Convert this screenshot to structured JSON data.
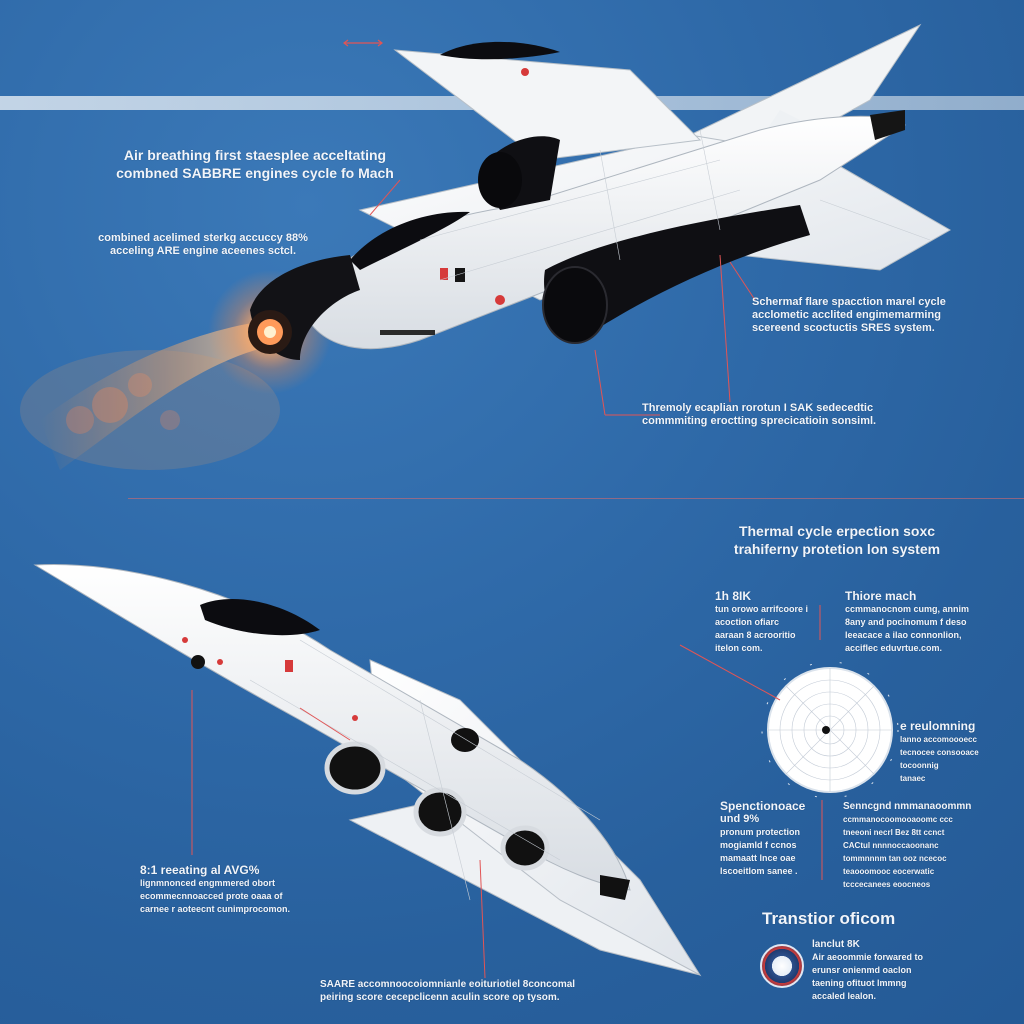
{
  "header_note": {
    "lines": [
      "Air breathing first staesplee acceltating",
      "combned SABBRE  engines cycle fo Mach"
    ]
  },
  "left_note": {
    "lines": [
      "combined acelimed sterkg accuccy 88%",
      "acceling ARE  engine aceenes sctcl."
    ]
  },
  "engine_note": {
    "lines": [
      "Schermaf flare spacction marel cycle",
      "acclometic acclited engimemarming",
      "scereend scoctuctis SRES system."
    ]
  },
  "thermal_note": {
    "lines": [
      "Thremoly ecaplian rorotun I SAK sedecedtic",
      "commmiting eroctting sprecicatioin sonsiml."
    ]
  },
  "section_title": {
    "lines": [
      "Thermal cycle erpection soxc",
      "trahiferny protetion lon system"
    ]
  },
  "panel_left_top": {
    "heading": "1h 8IK",
    "lines": [
      "tun orowo arrifcoore i",
      "acoction ofiarc",
      "aaraan 8 acrooritio",
      "itelon com."
    ]
  },
  "panel_right_top": {
    "heading": "Thiore mach",
    "lines": [
      "ccmmanocnom cumg, annim",
      "8any and pocinomum f deso",
      "leeacace a ilao connonlion,",
      "acciflec eduvrtue.com."
    ]
  },
  "panel_right_mid": {
    "heading": "e reulomning",
    "lines": [
      "lanno accomoooecc",
      "tecnocee consooace",
      "tocoonnig",
      "tanaec"
    ]
  },
  "panel_left_bottom": {
    "heading": "Spenctionoace",
    "lines": [
      "",
      "und 9%",
      "pronum protection",
      "mogiamld f ccnos",
      "mamaatt lnce oae",
      "lscoeitlom sanee ."
    ]
  },
  "panel_right_bottom": {
    "heading": "Senncgnd nmmanaoommn",
    "lines": [
      "ccmmanocoomooaoomc ccc",
      "tneeoni necrl Bez 8tt ccnct",
      "CACtul nnnnoccaoonanc",
      "tommnnnm tan ooz ncecoc",
      "teaooomooc eocerwatic",
      "tcccecanees eoocneos"
    ]
  },
  "bottom_left_note": {
    "heading": "8:1 reeating al AVG%",
    "lines": [
      "lignmnonced engmmered obort",
      "ecommecnnoacced prote oaaa of",
      "carnee r aoteecnt   cunimprocomon."
    ]
  },
  "bottom_center_note": {
    "lines": [
      "SAARE accomnoocoiomnianle eoituriotiel 8concomal",
      "peiring score cecepclicenn aculin score op tysom."
    ]
  },
  "transition": {
    "title": "Transtior oficom",
    "lines": [
      "lanclut 8K",
      "Air aeoommie forwared to",
      "erunsr onienmd oaclon",
      "taening ofituot lmmng",
      "accaled lealon."
    ]
  },
  "colors": {
    "background": "#2f6aa9",
    "annotation_line": "#e25555",
    "aircraft_white": "#f4f6f8",
    "aircraft_black": "#111114",
    "exhaust_glow": "#ff7a4a"
  }
}
